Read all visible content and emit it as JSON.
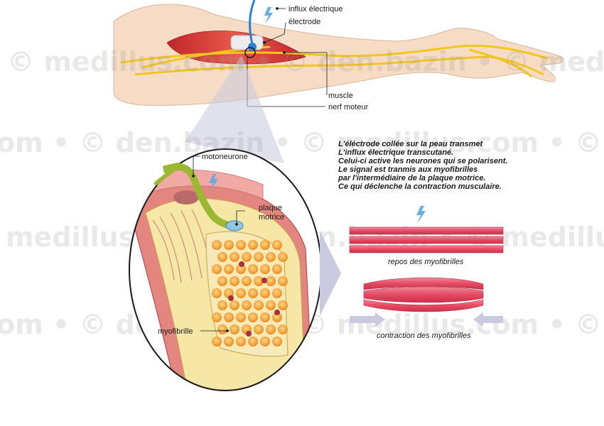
{
  "labels": {
    "influx": "influx électrique",
    "electrode": "électrode",
    "muscle": "muscle",
    "nerf": "nerf moteur",
    "motoneurone": "motoneurone",
    "plaque_line1": "plaque",
    "plaque_line2": "motrice",
    "myofibrille": "myofibrille"
  },
  "description": [
    "L'éléctrode collée sur la peau transmet",
    "L'influx électrique transcutané.",
    "Celui-ci active les neurones qui se polarisent.",
    "Le signal est tranmis aux myofibrilles",
    "par l'intermédiaire de la plaque motrice.",
    "Ce qui déclenche la contraction musculaire."
  ],
  "captions": {
    "repos": "repos des myofibrilles",
    "contraction": "contraction des myofibrilles"
  },
  "watermark": [
    "© medillus.com • © den.bazin • © medillus.com",
    "om • © den.bazin • © medillus.com • © den.bazin",
    "medillus.com • © den.bazin • © medillus.com",
    "om • © den.bazin • © medillus.com • © den.bazin"
  ],
  "colors": {
    "skin": "#f6dcc4",
    "nerve": "#f2c61c",
    "muscle": "#e0453c",
    "fiber": "#e64a63",
    "lightning": "#4a8fd0",
    "arrow": "#c9c9e0"
  }
}
